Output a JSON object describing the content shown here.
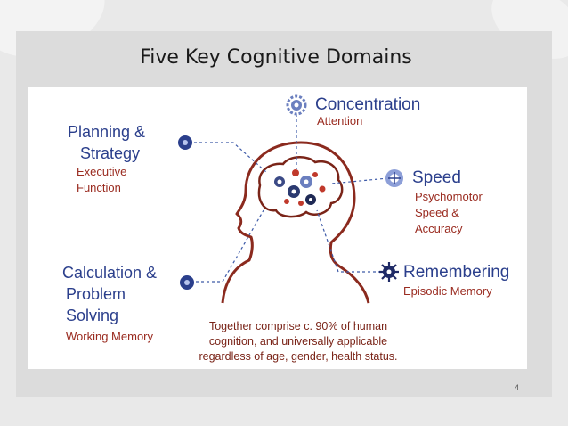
{
  "title": "Five Key Cognitive Domains",
  "domains": {
    "concentration": {
      "label": "Concentration",
      "sub": "Attention"
    },
    "planning": {
      "label_line1": "Planning &",
      "label_line2": "Strategy",
      "sub_line1": "Executive",
      "sub_line2": "Function"
    },
    "speed": {
      "label": "Speed",
      "sub_line1": "Psychomotor",
      "sub_line2": "Speed &",
      "sub_line3": "Accuracy"
    },
    "calculation": {
      "label_line1": "Calculation &",
      "label_line2": "Problem",
      "label_line3": "Solving",
      "sub": "Working Memory"
    },
    "remembering": {
      "label": "Remembering",
      "sub": "Episodic Memory"
    }
  },
  "caption": {
    "line1": "Together comprise c. 90% of human",
    "line2": "cognition, and universally applicable",
    "line3": "regardless of age, gender, health status."
  },
  "page_number": "4",
  "colors": {
    "label": "#2b3f8c",
    "sub": "#9a2b20",
    "head_outline": "#8b2a1e",
    "connector": "#3d5aa8"
  },
  "icons": [
    "gear-icon",
    "bullet-icon",
    "asterisk-icon",
    "brain-icon",
    "head-silhouette-icon"
  ]
}
